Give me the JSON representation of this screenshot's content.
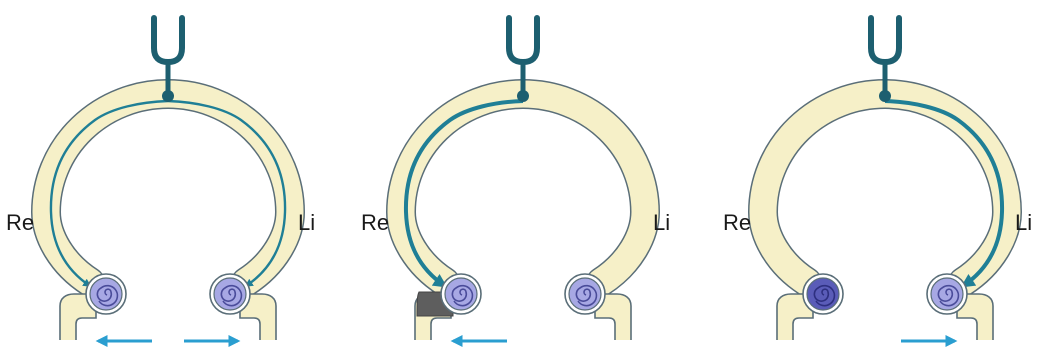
{
  "panels": [
    {
      "id": "normal",
      "label_right_ear": "Re",
      "label_left_ear": "Li",
      "sound_routing": "both",
      "conduction_block_side": "none",
      "dark_cochlea_side": "none",
      "arrows": [
        "left",
        "right"
      ]
    },
    {
      "id": "conductive-loss-right",
      "label_right_ear": "Re",
      "label_left_ear": "Li",
      "sound_routing": "right",
      "conduction_block_side": "right",
      "dark_cochlea_side": "none",
      "arrows": [
        "left"
      ]
    },
    {
      "id": "sensorineural-loss-right",
      "label_right_ear": "Re",
      "label_left_ear": "Li",
      "sound_routing": "left",
      "conduction_block_side": "none",
      "dark_cochlea_side": "right",
      "arrows": [
        "right"
      ]
    }
  ],
  "colors": {
    "head_fill": "#f6f0c8",
    "head_stroke": "#5a6e78",
    "path_teal": "#1f7f96",
    "tuning_fork": "#1d5f70",
    "cochlea": "#a7a8e4",
    "cochlea_dark": "#5a5cb8",
    "block": "#5e5e5e",
    "arrow": "#2a9ed0"
  }
}
